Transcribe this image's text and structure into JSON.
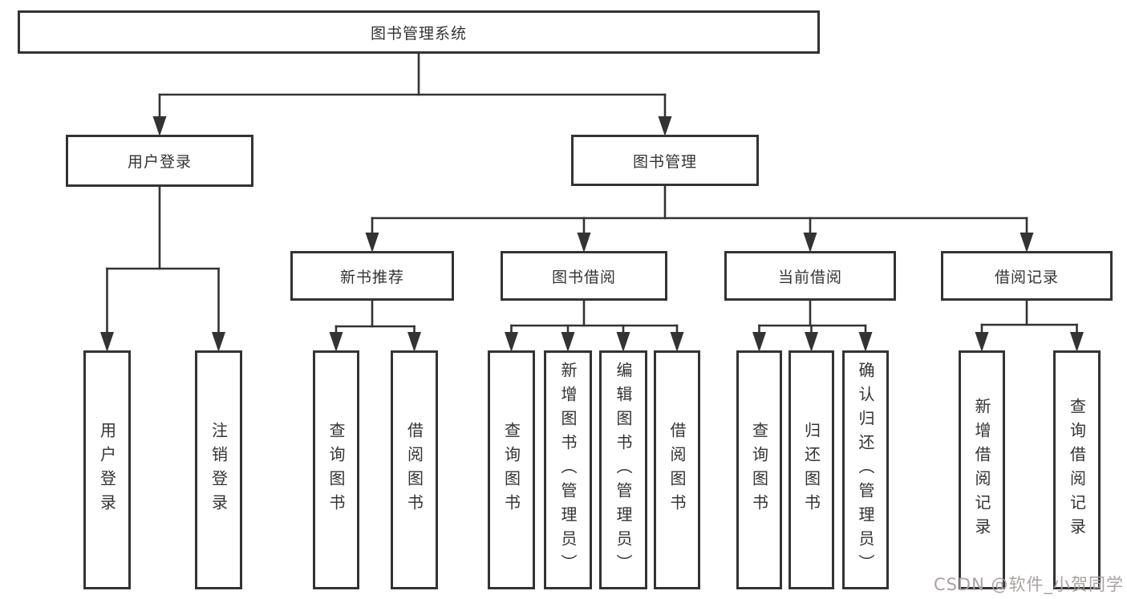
{
  "diagram_title": "图书管理系统",
  "watermark": "CSDN @软件_小贺同学",
  "colors": {
    "line": "#333333",
    "text": "#333333",
    "bg": "#ffffff",
    "watermark": "#aba1a1"
  },
  "nodes": [
    {
      "id": "root",
      "label": "图书管理系统",
      "parent": null
    },
    {
      "id": "user-login",
      "label": "用户登录",
      "parent": "root"
    },
    {
      "id": "book-mgmt",
      "label": "图书管理",
      "parent": "root"
    },
    {
      "id": "new-book-rec",
      "label": "新书推荐",
      "parent": "book-mgmt"
    },
    {
      "id": "book-borrow",
      "label": "图书借阅",
      "parent": "book-mgmt"
    },
    {
      "id": "current-borrow",
      "label": "当前借阅",
      "parent": "book-mgmt"
    },
    {
      "id": "borrow-record",
      "label": "借阅记录",
      "parent": "book-mgmt"
    },
    {
      "id": "login-leaf",
      "label": "用户登录",
      "parent": "user-login"
    },
    {
      "id": "logout-leaf",
      "label": "注销登录",
      "parent": "user-login"
    },
    {
      "id": "nb-query",
      "label": "查询图书",
      "parent": "new-book-rec"
    },
    {
      "id": "nb-borrow",
      "label": "借阅图书",
      "parent": "new-book-rec"
    },
    {
      "id": "bb-query",
      "label": "查询图书",
      "parent": "book-borrow"
    },
    {
      "id": "bb-add",
      "label": "新增图书（管理员）",
      "parent": "book-borrow"
    },
    {
      "id": "bb-edit",
      "label": "编辑图书（管理员）",
      "parent": "book-borrow"
    },
    {
      "id": "bb-borrow",
      "label": "借阅图书",
      "parent": "book-borrow"
    },
    {
      "id": "cb-query",
      "label": "查询图书",
      "parent": "current-borrow"
    },
    {
      "id": "cb-return",
      "label": "归还图书",
      "parent": "current-borrow"
    },
    {
      "id": "cb-confirm",
      "label": "确认归还（管理员）",
      "parent": "current-borrow"
    },
    {
      "id": "br-add",
      "label": "新增借阅记录",
      "parent": "borrow-record"
    },
    {
      "id": "br-query",
      "label": "查询借阅记录",
      "parent": "borrow-record"
    }
  ]
}
